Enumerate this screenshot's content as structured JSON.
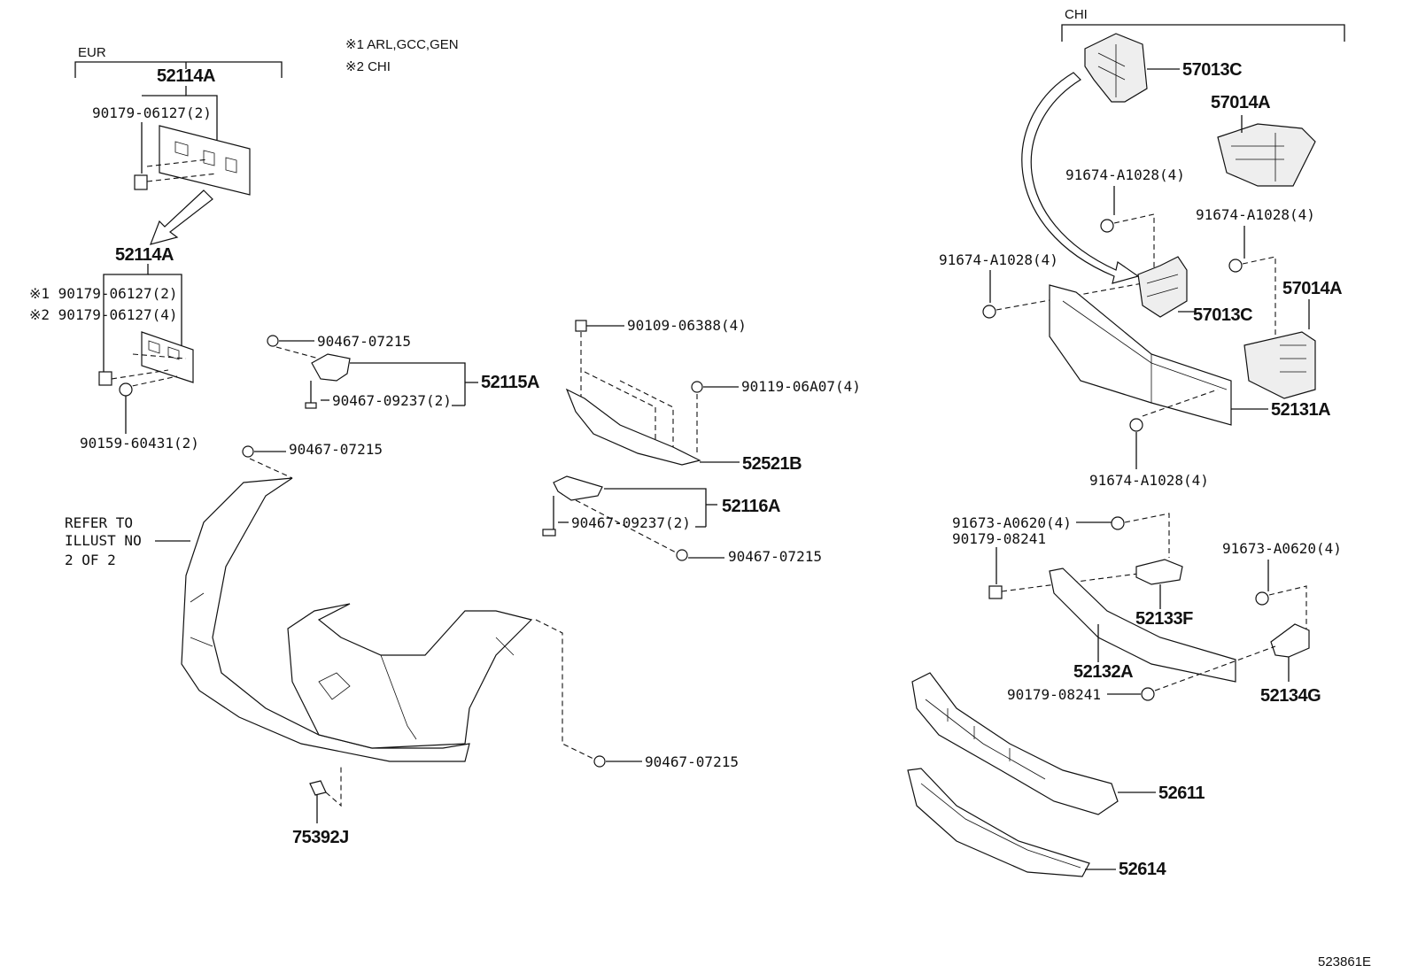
{
  "diagram_id": "523861E",
  "notes": {
    "eur": "EUR",
    "chi": "CHI",
    "note1": "※1 ARL,GCC,GEN",
    "note2": "※2 CHI",
    "refer_line1": "REFER TO",
    "refer_line2": "ILLUST NO",
    "refer_line3": "2 OF 2"
  },
  "parts": {
    "p52114A_top": "52114A",
    "p90179_06127_2_top": "90179-06127(2)",
    "p52114A_mid": "52114A",
    "p90179_06127_2_mid": "※1 90179-06127(2)",
    "p90179_06127_4_mid": "※2 90179-06127(4)",
    "p90159_60431": "90159-60431(2)",
    "p90467_07215_a": "90467-07215",
    "p52115A": "52115A",
    "p90467_09237_a": "90467-09237(2)",
    "p90467_07215_b": "90467-07215",
    "p90109_06388": "90109-06388(4)",
    "p90119_06A07": "90119-06A07(4)",
    "p52521B": "52521B",
    "p52116A": "52116A",
    "p90467_09237_b": "90467-09237(2)",
    "p90467_07215_c": "90467-07215",
    "p90467_07215_d": "90467-07215",
    "p75392J": "75392J",
    "p57013C_top": "57013C",
    "p57014A_top": "57014A",
    "p91674_A1028_a": "91674-A1028(4)",
    "p91674_A1028_b": "91674-A1028(4)",
    "p91674_A1028_c": "91674-A1028(4)",
    "p57014A_mid": "57014A",
    "p57013C_mid": "57013C",
    "p52131A": "52131A",
    "p91674_A1028_d": "91674-A1028(4)",
    "p91673_A0620_a": "91673-A0620(4)",
    "p90179_08241_a": "90179-08241",
    "p91673_A0620_b": "91673-A0620(4)",
    "p52133F": "52133F",
    "p52132A": "52132A",
    "p90179_08241_b": "90179-08241",
    "p52134G": "52134G",
    "p52611": "52611",
    "p52614": "52614"
  }
}
